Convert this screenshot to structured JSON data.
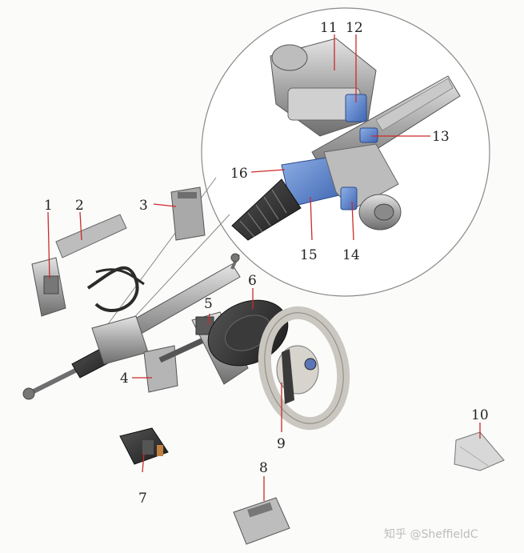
{
  "diagram": {
    "callouts": [
      "1",
      "2",
      "3",
      "4",
      "5",
      "6",
      "7",
      "8",
      "9",
      "10",
      "11",
      "12",
      "13",
      "14",
      "15",
      "16"
    ]
  },
  "watermark": "知乎 @SheffieldC",
  "colors": {
    "leader": "#cc2a2a",
    "highlight_blue": "#4d79c7",
    "metal": "#9a9a9a",
    "dark": "#2b2b2b",
    "background": "#fbfbfa"
  }
}
